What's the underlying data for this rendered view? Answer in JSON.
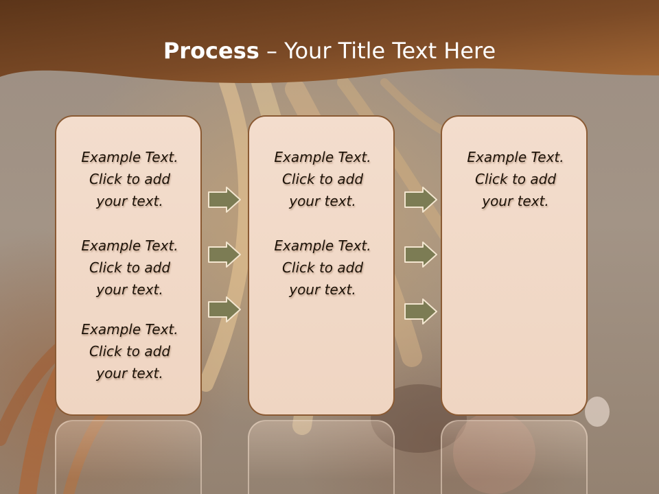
{
  "slide": {
    "title_bold": "Process",
    "title_rest": " – Your Title Text Here",
    "columns": [
      {
        "blocks": [
          [
            "Example Text.",
            "Click  to add",
            "your text."
          ],
          [
            "Example Text.",
            "Click  to add",
            "your text."
          ],
          [
            "Example Text.",
            "Click  to add",
            "your text."
          ]
        ]
      },
      {
        "blocks": [
          [
            "Example Text.",
            "Click  to add",
            "your text."
          ],
          [
            "Example Text.",
            "Click  to add",
            "your text."
          ]
        ]
      },
      {
        "blocks": [
          [
            "Example Text.",
            "Click  to add",
            "your text."
          ]
        ]
      }
    ]
  },
  "colors": {
    "header": "#6e4526",
    "header_light": "#9c6334",
    "box_fill": "#f3ddcd",
    "box_border": "#8a5a33",
    "arrow_fill": "#7c7c54",
    "arrow_stroke": "#f3e6d0"
  },
  "icons": {
    "arrow": "right-block-arrow-icon"
  }
}
